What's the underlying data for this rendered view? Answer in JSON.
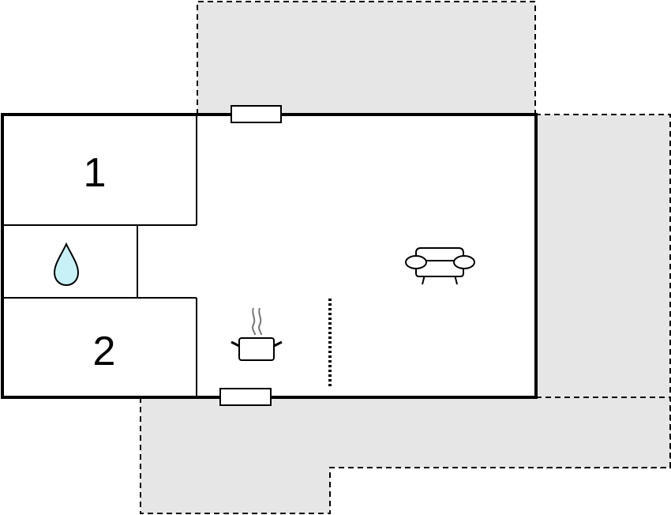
{
  "floorplan": {
    "rooms": [
      {
        "label": "1",
        "kind": "bedroom"
      },
      {
        "label": "2",
        "kind": "bedroom"
      }
    ],
    "icons": {
      "bathroom": "water-drop-icon",
      "kitchen": "cooking-pot-icon",
      "living": "sofa-icon"
    },
    "colors": {
      "wall": "#000000",
      "terrace_fill": "#e6e6e6",
      "water": "#c8f0f7"
    }
  }
}
